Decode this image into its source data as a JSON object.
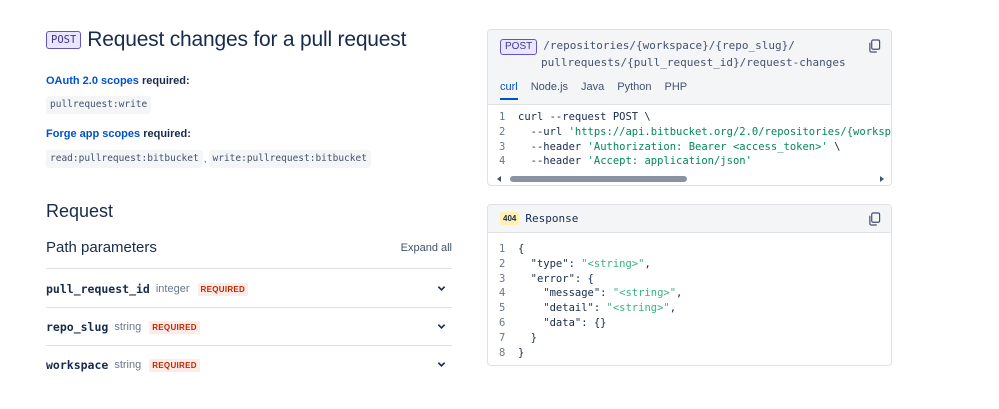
{
  "endpoint": {
    "method": "POST",
    "title": "Request changes for a pull request"
  },
  "oauth": {
    "link": "OAuth 2.0 scopes",
    "suffix": " required:",
    "scopes": [
      "pullrequest:write"
    ]
  },
  "forge": {
    "link": "Forge app scopes",
    "suffix": " required:",
    "scopes": [
      "read:pullrequest:bitbucket",
      "write:pullrequest:bitbucket"
    ],
    "separator": ","
  },
  "request": {
    "heading": "Request",
    "path_heading": "Path parameters",
    "expand_all": "Expand all",
    "params": [
      {
        "name": "pull_request_id",
        "type": "integer",
        "badge": "REQUIRED"
      },
      {
        "name": "repo_slug",
        "type": "string",
        "badge": "REQUIRED"
      },
      {
        "name": "workspace",
        "type": "string",
        "badge": "REQUIRED"
      }
    ]
  },
  "code_panel": {
    "method": "POST",
    "path_line1": "/repositories/{workspace}/{repo_slug}/",
    "path_line2": "pullrequests/{pull_request_id}/request-changes",
    "tabs": [
      "curl",
      "Node.js",
      "Java",
      "Python",
      "PHP"
    ],
    "active_tab": "curl",
    "lines": [
      {
        "n": "1",
        "plain": "curl --request POST \\",
        "str": "",
        "tail": ""
      },
      {
        "n": "2",
        "plain": "  --url ",
        "str": "'https://api.bitbucket.org/2.0/repositories/{worksp",
        "tail": ""
      },
      {
        "n": "3",
        "plain": "  --header ",
        "str": "'Authorization: Bearer <access_token>'",
        "tail": " \\"
      },
      {
        "n": "4",
        "plain": "  --header ",
        "str": "'Accept: application/json'",
        "tail": ""
      }
    ]
  },
  "response_panel": {
    "status": "404",
    "title": "Response",
    "lines": [
      {
        "n": "1",
        "plain": "{",
        "str": "",
        "tail": ""
      },
      {
        "n": "2",
        "plain": "  \"type\": ",
        "str": "\"<string>\"",
        "tail": ","
      },
      {
        "n": "3",
        "plain": "  \"error\": {",
        "str": "",
        "tail": ""
      },
      {
        "n": "4",
        "plain": "    \"message\": ",
        "str": "\"<string>\"",
        "tail": ","
      },
      {
        "n": "5",
        "plain": "    \"detail\": ",
        "str": "\"<string>\"",
        "tail": ","
      },
      {
        "n": "6",
        "plain": "    \"data\": {}",
        "str": "",
        "tail": ""
      },
      {
        "n": "7",
        "plain": "  }",
        "str": "",
        "tail": ""
      },
      {
        "n": "8",
        "plain": "}",
        "str": "",
        "tail": ""
      }
    ]
  },
  "colors": {
    "link": "#0052cc",
    "required": "#bf2600",
    "string": "#36b37e"
  }
}
